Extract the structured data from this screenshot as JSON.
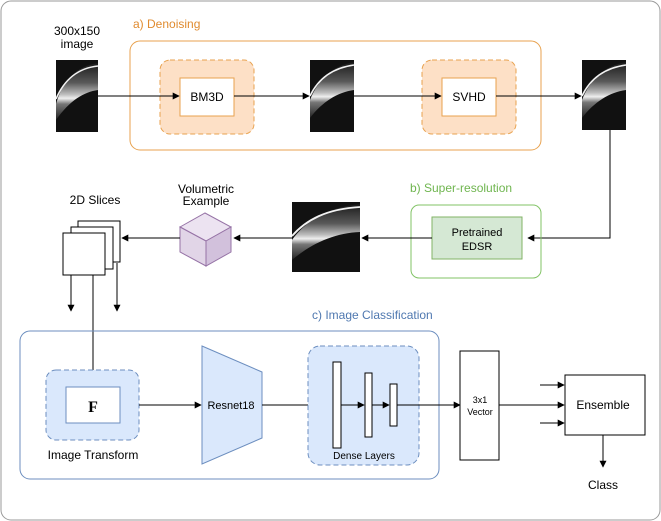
{
  "input": {
    "size_label": "300x150",
    "label": "image"
  },
  "denoising": {
    "title": "a) Denoising",
    "step1": "BM3D",
    "step2": "SVHD",
    "accent": "#e8a24f",
    "fill": "#fde0c6"
  },
  "super_resolution": {
    "title": "b) Super-resolution",
    "model_line1": "Pretrained",
    "model_line2": "EDSR",
    "accent": "#82c366",
    "fill": "#d5e8d4"
  },
  "volume": {
    "title_line1": "Volumetric",
    "title_line2": "Example",
    "fill": "#e1d5e7"
  },
  "slices": {
    "title": "2D Slices"
  },
  "classification": {
    "title": "c) Image Classification",
    "transform_symbol": "F",
    "transform_label": "Image Transform",
    "backbone": "Resnet18",
    "dense_label": "Dense Layers",
    "accent": "#6c8ebf",
    "fill": "#dae8fc"
  },
  "vector": {
    "line1": "3x1",
    "line2": "Vector"
  },
  "ensemble": {
    "label": "Ensemble"
  },
  "output": {
    "label": "Class"
  }
}
